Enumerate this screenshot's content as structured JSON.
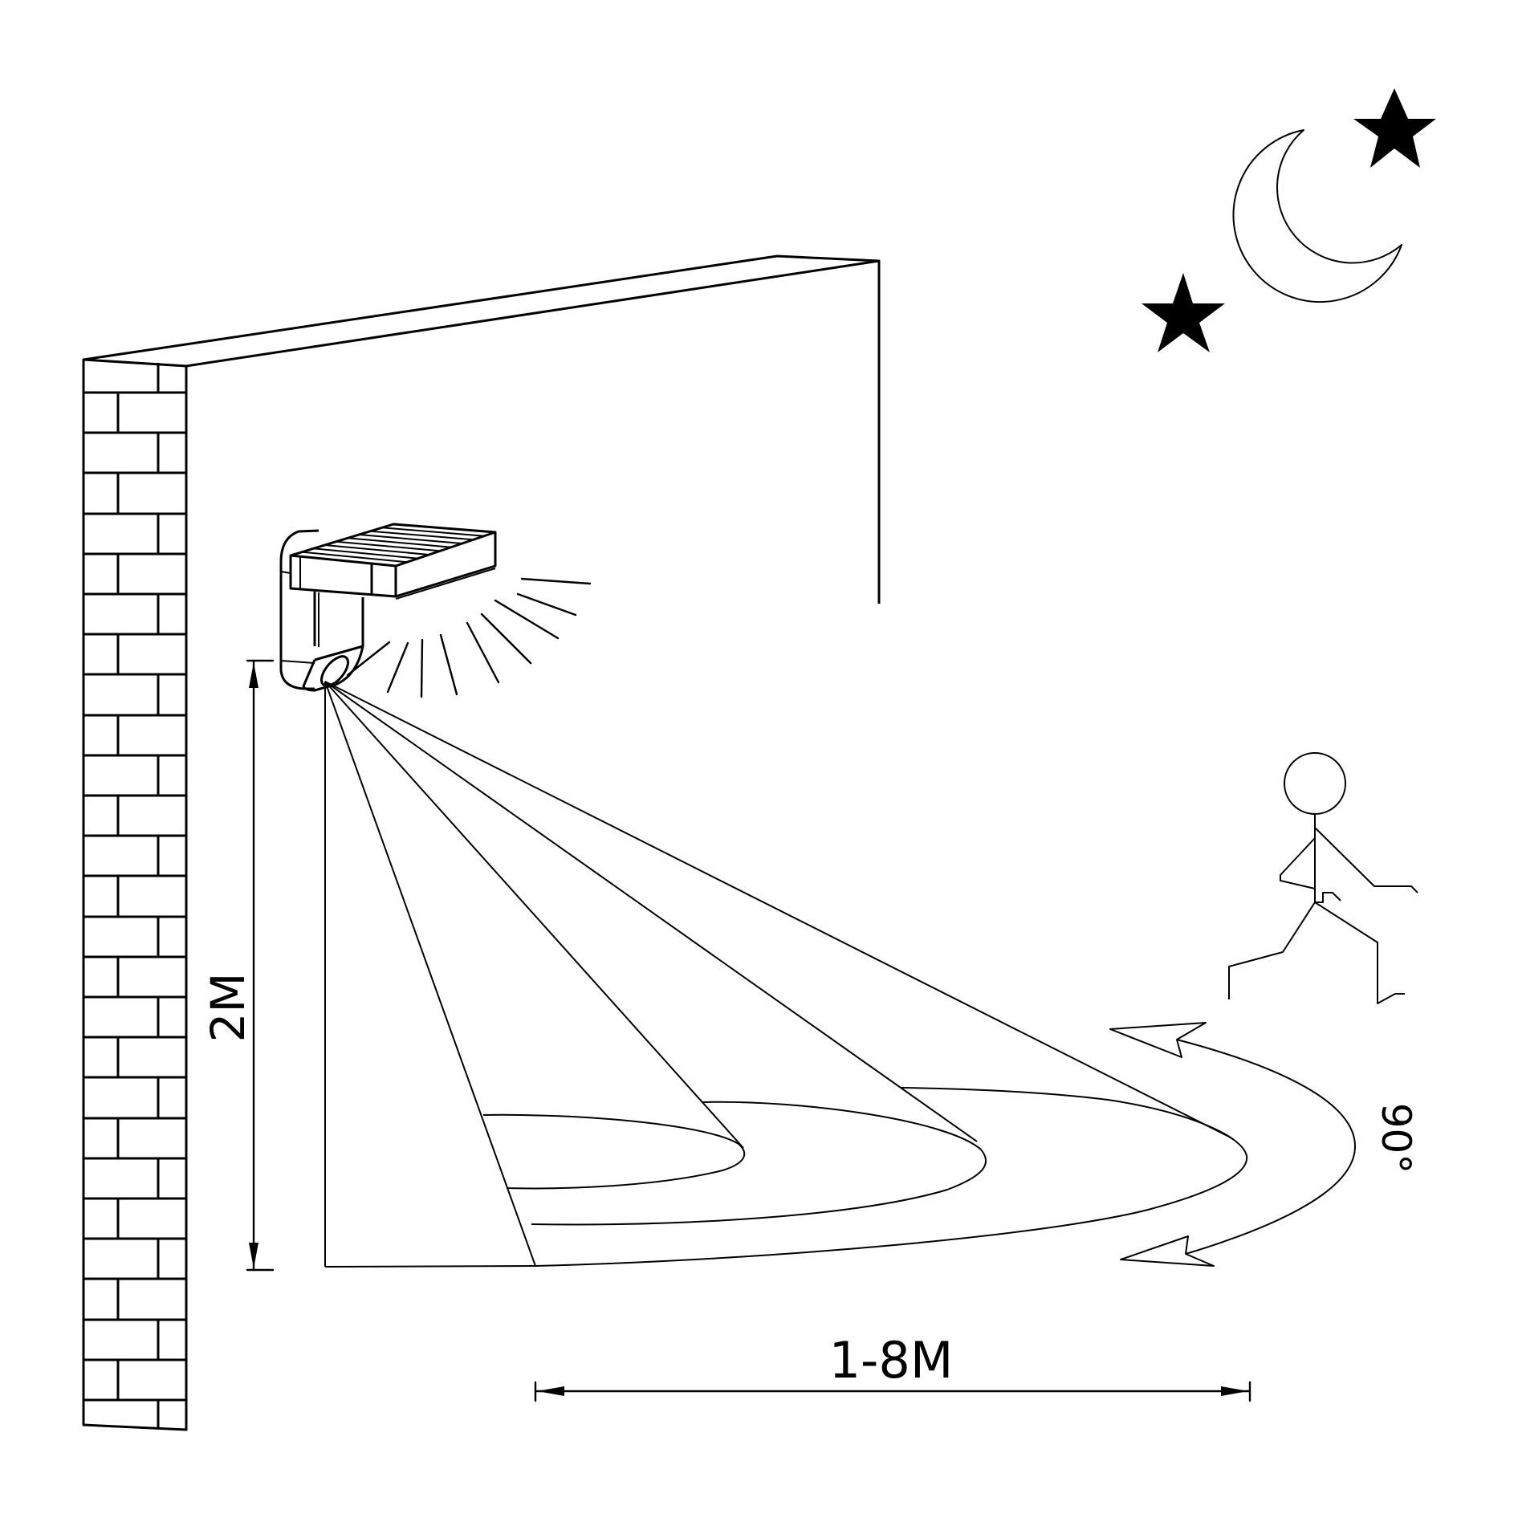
{
  "diagram": {
    "title": "Solar motion-sensor wall light detection range",
    "labels": {
      "mount_height": "2M",
      "detection_distance": "1-8M",
      "detection_angle": "90°"
    },
    "elements": {
      "wall": "brick-wall",
      "lamp": "solar-wall-lamp-with-pir-sensor",
      "sky": [
        "moon",
        "star",
        "star"
      ],
      "person": "running-person"
    },
    "colors": {
      "stroke": "#000000",
      "background": "#ffffff"
    }
  }
}
